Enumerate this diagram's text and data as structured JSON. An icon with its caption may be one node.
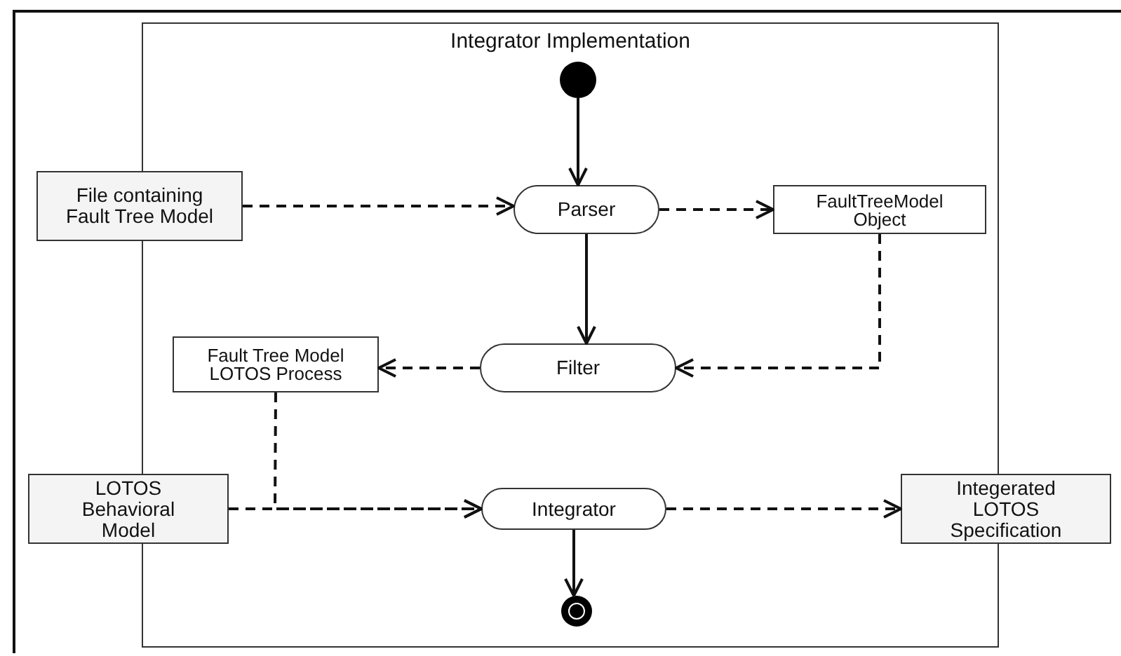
{
  "diagram": {
    "nodes": [
      {
        "text": [
          "Integrator Implementation"
        ]
      },
      {
        "text": [],
        "shape": "circle",
        "in": 0
      },
      {
        "text": [
          "File containing Fault Tree Model"
        ]
      },
      {
        "text": [
          "Parser"
        ],
        "in": 0
      },
      {
        "text": [
          "FaultTreeModel Object"
        ],
        "in": 0
      },
      {
        "text": [
          "Filter"
        ],
        "in": 0
      },
      {
        "text": [
          "Fault Tree Model LOTOS Process"
        ],
        "in": 0
      },
      {
        "text": [
          "LOTOS Behavioral Model"
        ]
      },
      {
        "text": [
          "Integrator"
        ],
        "in": 0
      },
      {
        "text": [
          "Integerated LOTOS Specification"
        ]
      },
      {
        "text": [],
        "shape": "circle",
        "in": 0
      }
    ],
    "edges": [
      {
        "from": 1,
        "to": 3,
        "arrow": "to"
      },
      {
        "from": 2,
        "to": 3,
        "arrow": "to",
        "style": "dashed"
      },
      {
        "from": 3,
        "to": 4,
        "arrow": "to",
        "style": "dashed"
      },
      {
        "from": 3,
        "to": 5,
        "arrow": "to"
      },
      {
        "from": 4,
        "to": 5,
        "arrow": "to",
        "style": "dashed"
      },
      {
        "from": 5,
        "to": 6,
        "arrow": "to",
        "style": "dashed"
      },
      {
        "from": 6,
        "to": 8,
        "arrow": "to",
        "style": "dashed"
      },
      {
        "from": 7,
        "to": 8,
        "arrow": "to",
        "style": "dashed"
      },
      {
        "from": 8,
        "to": 9,
        "arrow": "to",
        "style": "dashed"
      },
      {
        "from": 8,
        "to": 10,
        "arrow": "to"
      }
    ]
  }
}
